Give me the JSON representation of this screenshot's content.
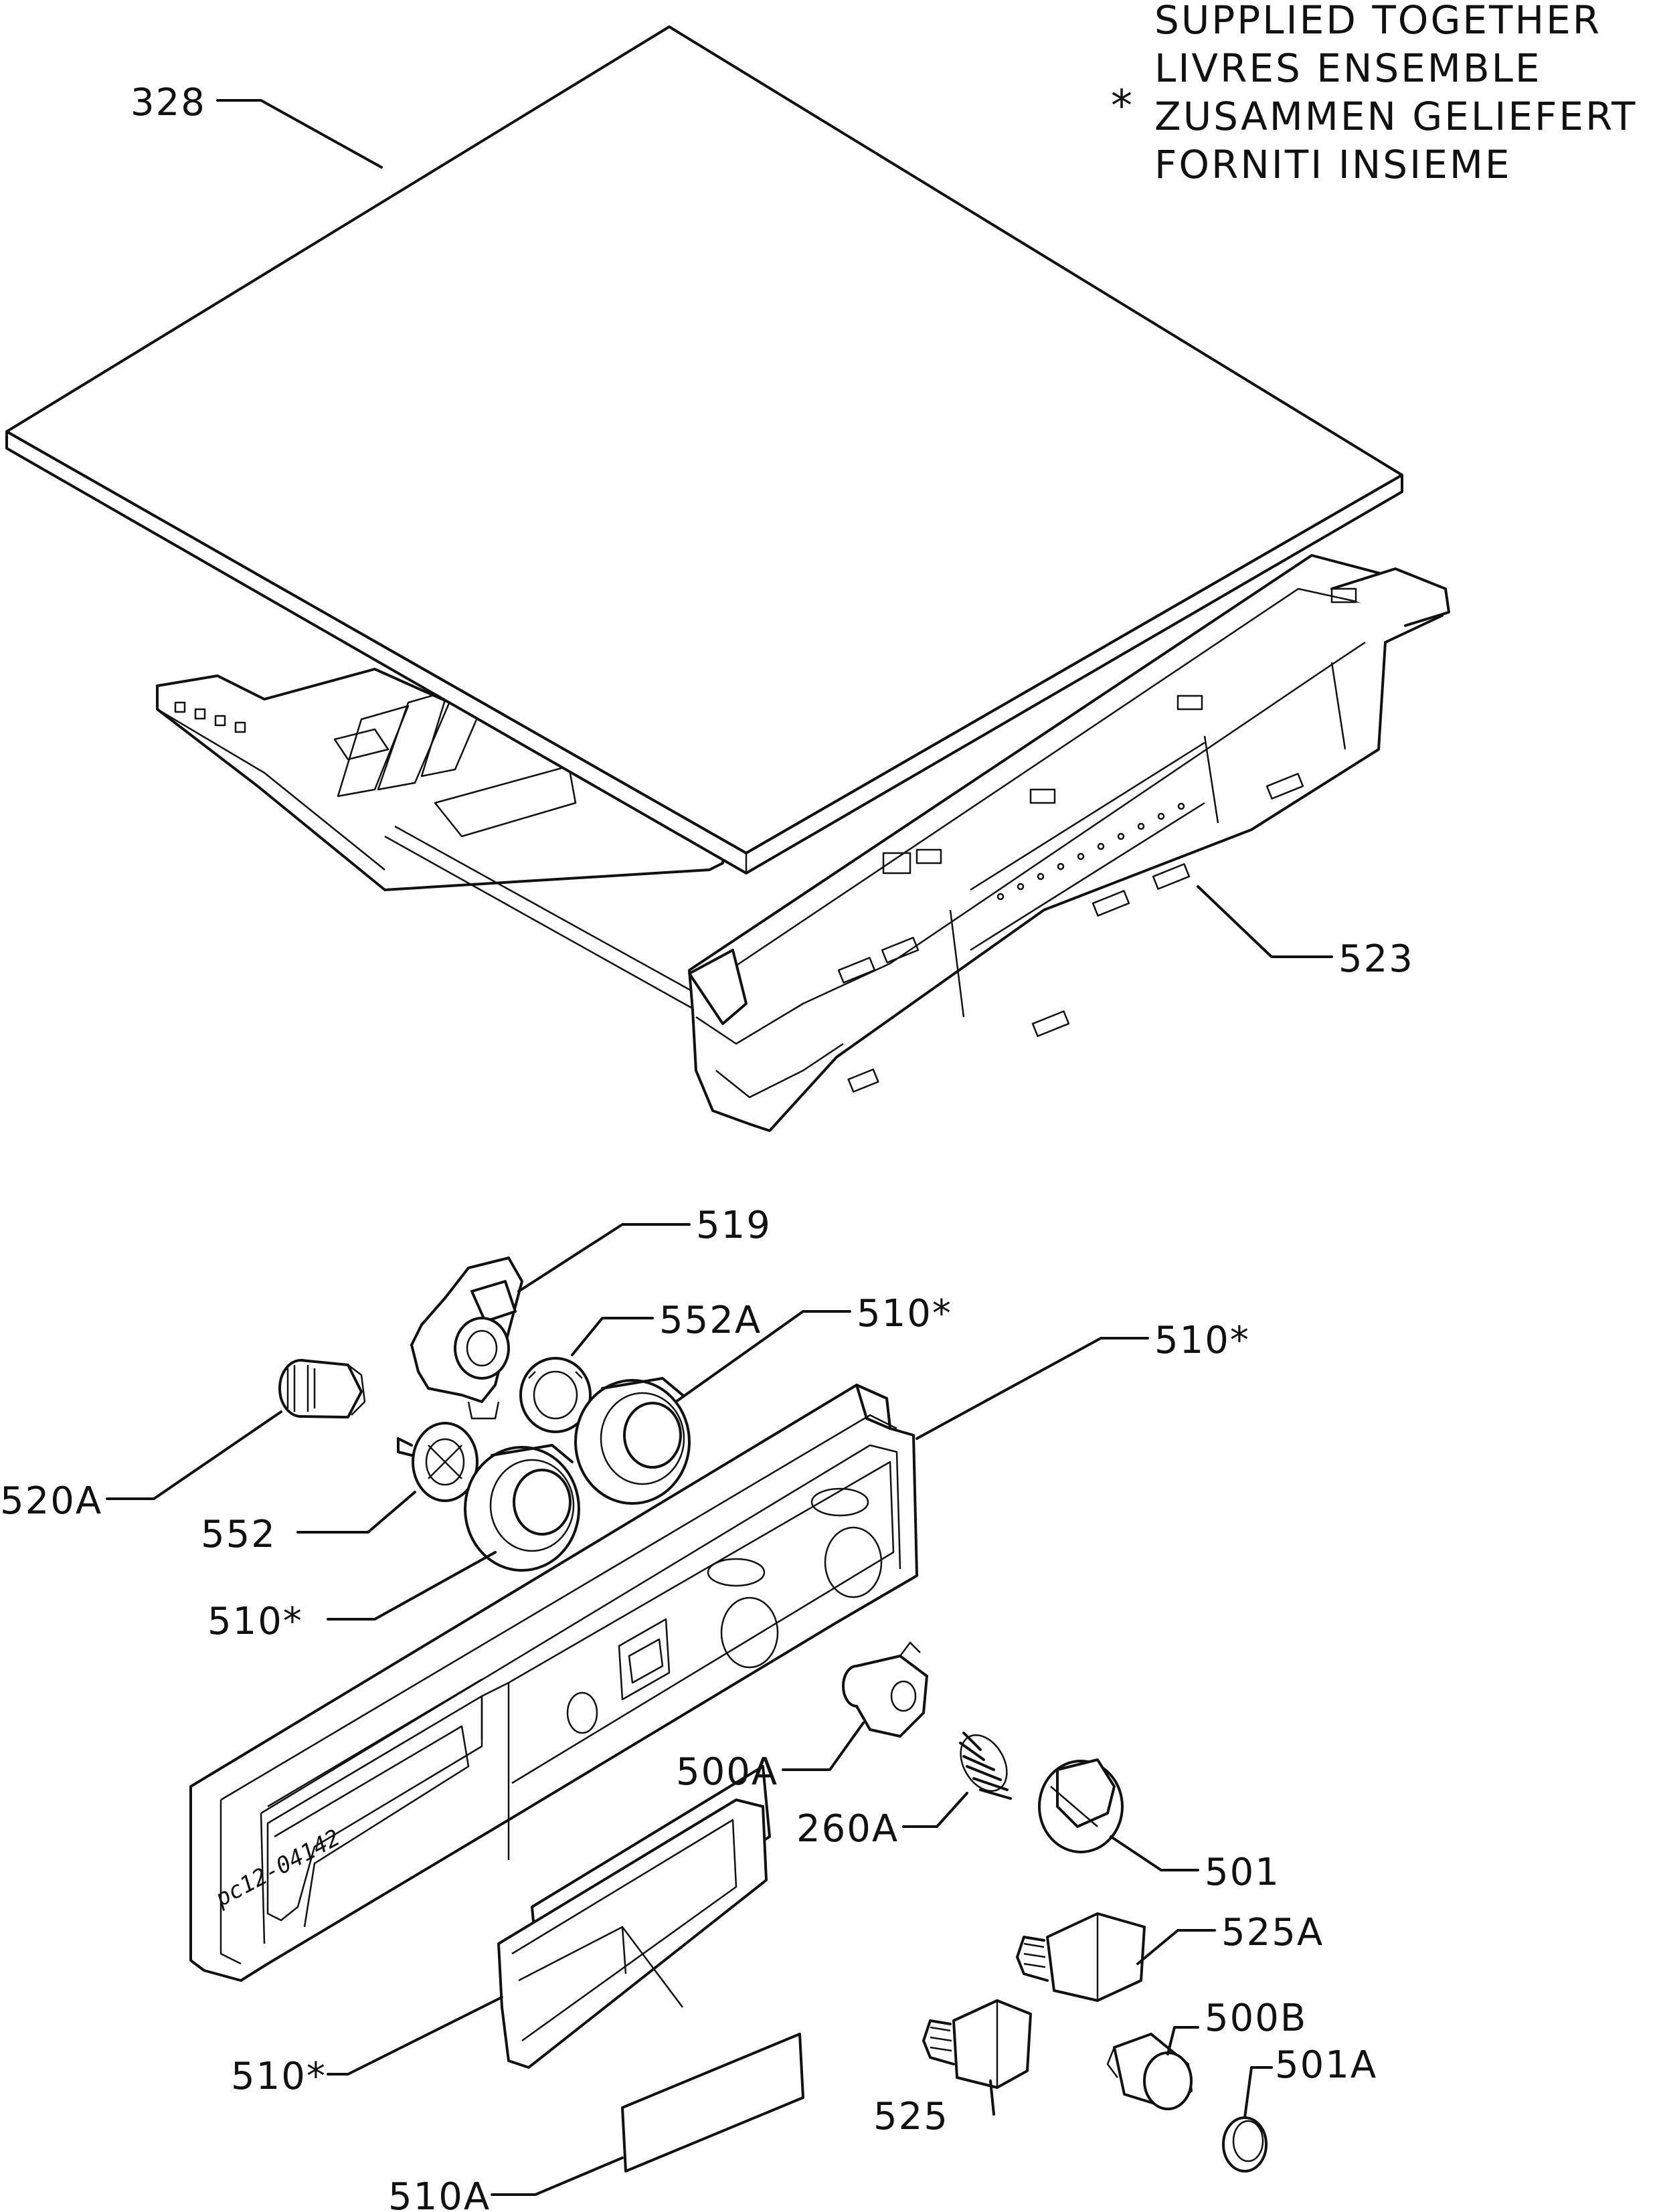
{
  "legend": {
    "symbol": "*",
    "lines": [
      "SUPPLIED TOGETHER",
      "LIVRES ENSEMBLE",
      "ZUSAMMEN GELIEFERT",
      "FORNITI INSIEME"
    ]
  },
  "drawing_code": "pc12-04142",
  "callouts": {
    "c328": "328",
    "c523": "523",
    "c519": "519",
    "c552A": "552A",
    "c510_knob_right": "510*",
    "c510_panel": "510*",
    "c520A": "520A",
    "c552": "552",
    "c510_knob_left": "510*",
    "c500A": "500A",
    "c260A": "260A",
    "c501": "501",
    "c525A": "525A",
    "c500B": "500B",
    "c501A": "501A",
    "c525": "525",
    "c510_drawer": "510*",
    "c510A": "510A"
  }
}
